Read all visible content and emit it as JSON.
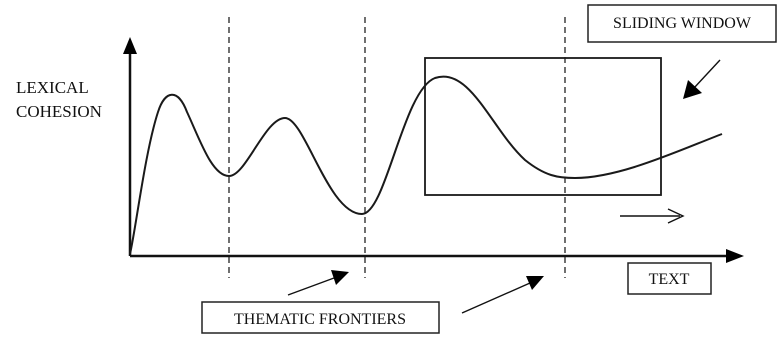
{
  "diagram": {
    "y_axis_label_line1": "LEXICAL",
    "y_axis_label_line2": "COHESION",
    "x_axis_label": "TEXT",
    "window_label": "SLIDING WINDOW",
    "frontiers_label": "THEMATIC FRONTIERS",
    "colors": {
      "line": "#1a1a1a",
      "background": "#ffffff"
    }
  }
}
